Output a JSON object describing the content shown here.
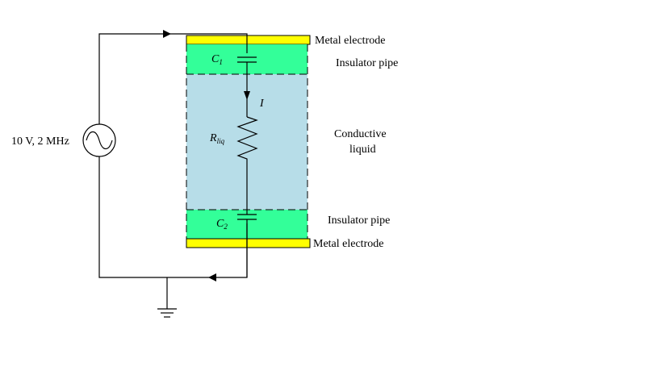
{
  "diagram": {
    "source": {
      "label": "10 V, 2 MHz",
      "icon": "ac-source-icon"
    },
    "labels": {
      "top_electrode": "Metal electrode",
      "top_insulator": "Insulator pipe",
      "liquid_line1": "Conductive",
      "liquid_line2": "liquid",
      "bottom_insulator": "Insulator pipe",
      "bottom_electrode": "Metal electrode"
    },
    "components": {
      "c1": {
        "main": "C",
        "sub": "1"
      },
      "c2": {
        "main": "C",
        "sub": "2"
      },
      "r": {
        "main": "R",
        "sub": "liq"
      },
      "current": "I"
    },
    "colors": {
      "electrode": "#ffff00",
      "insulator": "#33ff99",
      "liquid": "#b7dde8",
      "wire": "#000000"
    }
  }
}
